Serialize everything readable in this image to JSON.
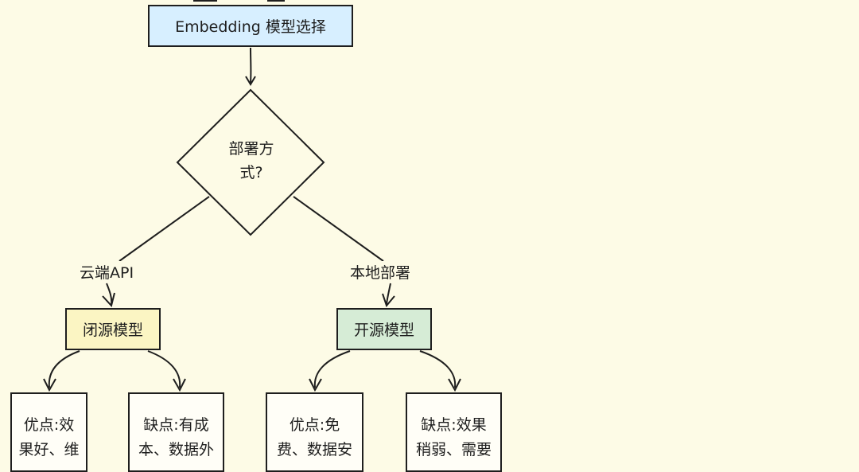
{
  "diagram": {
    "root": {
      "label": "Embedding 模型选择"
    },
    "decision": {
      "line1": "部署方",
      "line2": "式?"
    },
    "branches": [
      {
        "edge_label": "云端API",
        "node": "闭源模型",
        "children": [
          {
            "lines": [
              "优点:效",
              "果好、维"
            ]
          },
          {
            "lines": [
              "缺点:有成",
              "本、数据外"
            ]
          }
        ]
      },
      {
        "edge_label": "本地部署",
        "node": "开源模型",
        "children": [
          {
            "lines": [
              "优点:免",
              "费、数据安"
            ]
          },
          {
            "lines": [
              "缺点:效果",
              "稍弱、需要"
            ]
          }
        ]
      }
    ],
    "colors": {
      "background": "#fdfbe6",
      "root_fill": "#d7efff",
      "closed_fill": "#fbf5c3",
      "open_fill": "#d6ecd6",
      "stroke": "#1e1e1e"
    }
  }
}
